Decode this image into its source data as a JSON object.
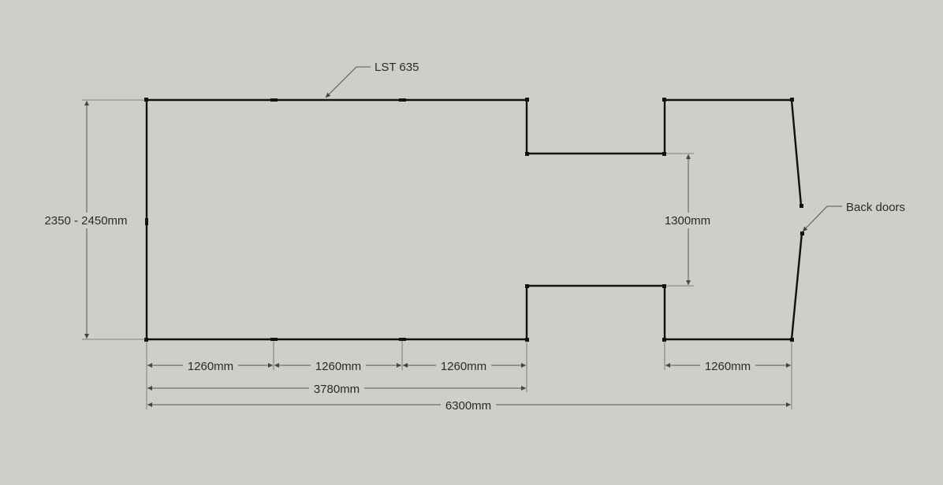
{
  "diagram": {
    "labels": {
      "lst": "LST 635",
      "back_doors": "Back doors",
      "height": "2350 - 2450mm",
      "gap": "1300mm",
      "seg1": "1260mm",
      "seg2": "1260mm",
      "seg3": "1260mm",
      "seg4": "1260mm",
      "front_total": "3780mm",
      "overall": "6300mm"
    },
    "colors": {
      "background": "#cfcfca",
      "wall": "#111111",
      "dimension": "#555555"
    }
  }
}
